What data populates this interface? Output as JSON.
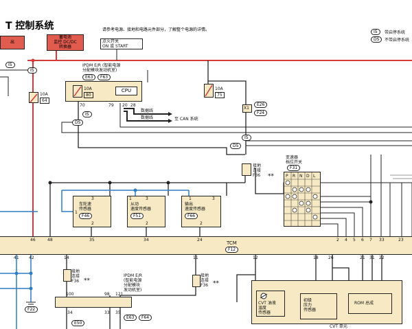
{
  "header": {
    "title": "T 控制系统",
    "note": "请参考电源、接地和电路元件部分，了解整个电源的详情。"
  },
  "legend": {
    "is_code": "IS",
    "is_label": "带启停系统",
    "ds_code": "DS",
    "ds_label": "不带启停系统"
  },
  "top_left": {
    "red_box_left_label": "出",
    "red_box_right_label": "蓄电池\n监控 DC/DC\n转换器",
    "ignition_switch": "点火开关\nON 或 START"
  },
  "ipdm_top": {
    "label": "IPDM E/R (智能电源\n分配模块发动机室)",
    "connector_a": "E63",
    "connector_b": "F63",
    "fuse_rating": "10A",
    "fuse_no": "80",
    "cpu": "CPU",
    "pin_70": "70",
    "pin_79": "79",
    "pin_20": "20",
    "pin_28": "28",
    "data_line_1": "数据线",
    "data_line_2": "数据线",
    "to_can": "至 CAN 系统"
  },
  "left_fuse": {
    "rating": "10A",
    "no": "64"
  },
  "right_fuse": {
    "rating": "10A",
    "no": "75",
    "connector_x1": "X1",
    "connector_e26": "E26",
    "connector_f24": "F24"
  },
  "switch_tags": {
    "is_1": "IS",
    "is_2": "IS",
    "ds_1": "DS",
    "ds_2": "DS",
    "is_3": "IS",
    "is_4": "IS"
  },
  "shifter": {
    "label": "变速器\n档位开关",
    "connector": "F31",
    "positions": [
      "P",
      "R",
      "N",
      "D",
      "L"
    ]
  },
  "joint_top": {
    "label": "接地\n连接\nF36",
    "marks": "**"
  },
  "sensors": [
    {
      "title": "车轮速\n传感器",
      "connector": "F46",
      "pin_top": "3",
      "pin_left": "1",
      "pin_bottom": "2"
    },
    {
      "title": "从动\n速度传感器",
      "connector": "F51",
      "pin_top": "3",
      "pin_left": "1",
      "pin_bottom": "2"
    },
    {
      "title": "输出\n速度传感器",
      "connector": "F66",
      "pin_top": "3",
      "pin_left": "1",
      "pin_bottom": "2"
    }
  ],
  "tcm": {
    "label": "TCM",
    "connector": "F12",
    "pins_top": [
      "46",
      "48",
      "35",
      "34",
      "24",
      "2",
      "4",
      "5",
      "6",
      "7",
      "33",
      "23"
    ],
    "pins_bottom": [
      "41",
      "42",
      "14",
      "11",
      "12",
      "18",
      "26",
      "21",
      "31",
      "22"
    ]
  },
  "bottom": {
    "joint_left": "接地\n连接\nF36",
    "joint_left_marks": "**",
    "joint_mid": "接地\n连接\nF36",
    "joint_mid_marks": "**",
    "connector_f22": "F22",
    "connector_e50": "E50",
    "ipdm_label": "IPDM E/R\n(智能电源\n分配模块\n发动机室)",
    "ipdm_conn_a": "E63",
    "ipdm_conn_b": "F64",
    "cvt_oil_sensor": "CVT 油液\n温度\n传感器",
    "pressure_sensor": "初级\n压力\n传感器",
    "rom": "ROM 总成",
    "cvt_unit": "CVT 单元",
    "pin_100": "100",
    "pin_34": "34",
    "pin_98": "98",
    "pin_33": "33",
    "pin_121": "121",
    "pin_35": "35"
  }
}
